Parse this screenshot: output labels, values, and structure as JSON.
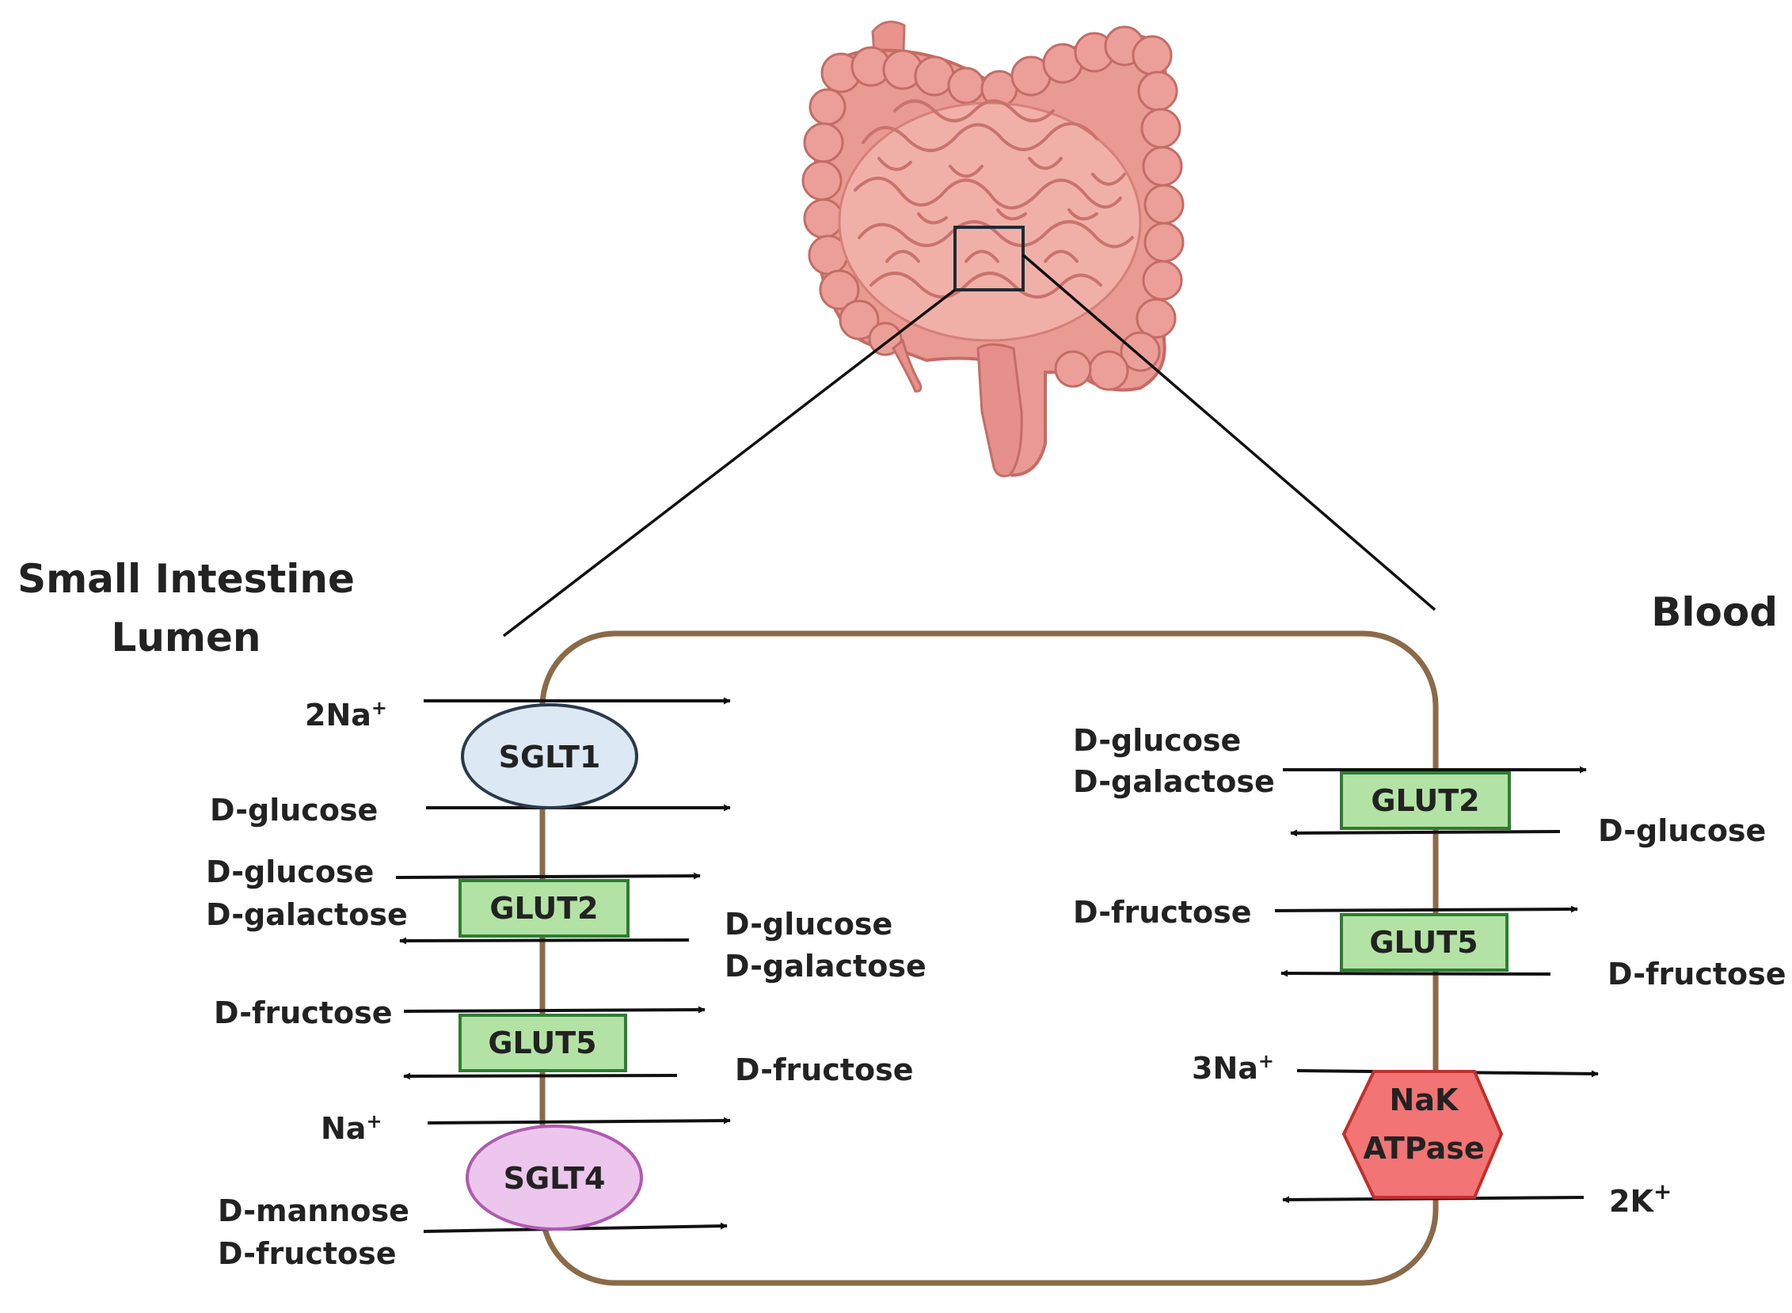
{
  "colors": {
    "cell_border": "#8b6a48",
    "sglt1": "#dce8f3",
    "sglt4": "#ecc6ec",
    "glut": "#b3e3a4",
    "glut_border": "#2e7d32",
    "nak": "#f27474",
    "nak_border": "#c0302c",
    "intestine": "#e59a94"
  },
  "icons": [
    "intestine-illustration",
    "zoom-box"
  ],
  "headings": {
    "lumen_line1": "Small Intestine",
    "lumen_line2": "Lumen",
    "blood": "Blood"
  },
  "left": {
    "sglt1": {
      "name": "SGLT1",
      "ion": "2Na",
      "ion_sup": "+",
      "substrate": "D-glucose"
    },
    "glut2": {
      "name": "GLUT2",
      "in_1": "D-glucose",
      "in_2": "D-galactose",
      "out_1": "D-glucose",
      "out_2": "D-galactose"
    },
    "glut5": {
      "name": "GLUT5",
      "in": "D-fructose",
      "out": "D-fructose"
    },
    "sglt4": {
      "name": "SGLT4",
      "ion": "Na",
      "ion_sup": "+",
      "substrate_1": "D-mannose",
      "substrate_2": "D-fructose"
    }
  },
  "right": {
    "glut2": {
      "name": "GLUT2",
      "in_1": "D-glucose",
      "in_2": "D-galactose",
      "out": "D-glucose"
    },
    "glut5": {
      "name": "GLUT5",
      "in": "D-fructose",
      "out": "D-fructose"
    },
    "nak": {
      "name_1": "NaK",
      "name_2": "ATPase",
      "ion_in": "3Na",
      "ion_in_sup": "+",
      "ion_out": "2K",
      "ion_out_sup": "+"
    }
  }
}
